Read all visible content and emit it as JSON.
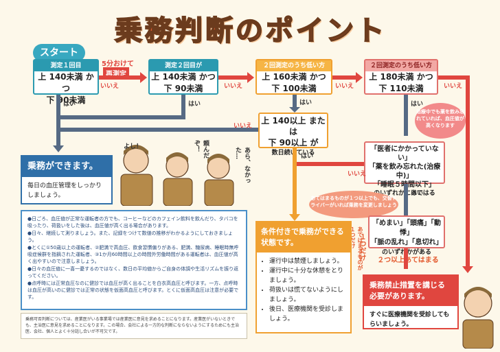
{
  "title": "乗務判断のポイント",
  "start_label": "スタート",
  "recheck": {
    "top": "5分おけて",
    "bottom": "再測定"
  },
  "box1": {
    "header": "測定１回目",
    "line1": "上 140未満 かつ",
    "line2": "下 90未満"
  },
  "box2": {
    "header": "測定２回目が",
    "line1": "上 140未満 かつ",
    "line2": "下 90未満"
  },
  "box3": {
    "header": "２回測定のうち低い方",
    "line1": "上 160未満 かつ",
    "line2": "下 100未満"
  },
  "box4": {
    "header": "２回測定のうち低い方",
    "line1": "上 180未満 かつ",
    "line2": "下 110未満"
  },
  "box5": {
    "line1": "上 140以上 または",
    "line2": "下 90以上 が",
    "line3": "数日続いている"
  },
  "check1": {
    "line1": "「医者にかかっていない」",
    "line2": "「薬を飲み忘れた(治療中)」",
    "line3": "「睡眠５時間以下」",
    "line4": "のいずれかにあてはる"
  },
  "check2": {
    "line1": "「めまい」「頭痛」「動悸」",
    "line2": "「脈の乱れ」「息切れ」",
    "line3": "のいずれかがある"
  },
  "labels": {
    "yes": "はい",
    "no": "いいえ",
    "two_or_more": "２つ以上あてはまる",
    "one_only": "１つだけ",
    "side_one": "あてはまるものが１つだけ"
  },
  "ok": {
    "header": "乗務ができます。",
    "text": "毎日の血圧管理をしっかりしましょう。"
  },
  "conditional": {
    "header": "条件付きで乗務ができる状態です。",
    "items": [
      "運行中は禁煙しましょう。",
      "運行中に十分な休憩をとりましょう。",
      "荷扱いは慌てないようにしましょう。",
      "後日、医療機関を受診しましょう。"
    ]
  },
  "stop": {
    "header": "乗務禁止措置を講じる必要があります。",
    "text": "すぐに医療機関を受診してもらいましょう。"
  },
  "bubbles": {
    "forgot_meds": "治療中でも薬を飲み忘れていれば、血圧値が高くなります",
    "one_item": "あてはまるものが１つ以上でも、交替ドライバーがいれば乗務を変更しましょう"
  },
  "speech": {
    "yoshi": "よし！",
    "tanomu": "頼んだぞ！",
    "ara": "あら、なかった…"
  },
  "notes": [
    "●日ごろ、血圧値が正常な運転者の方でも、コーヒーなどのカフェイン飲料を飲んだり、タバコを吸ったり、荷扱いをした後は、血圧値が高く出る場合があります。",
    "●日々、継続して測りましょう。また、記録をつけて数値の推移がわかるようにしておきましょう。",
    "●とくに①50歳以上の運転者、②肥満で高血圧、飲食習慣偏りがある、肥満、糖尿病、睡眠時無呼吸症候群を指摘された運転者、③1か月60時間以上の時間外労働時間がある運転者は、血圧値が高く出やすいので注意しましょう。",
    "●日々の血圧値に一喜一憂するのではなく、数日の平均値からご自身の体調や生活リズムを振り返ってください。",
    "●点呼時には正常血圧なのに健診では血圧が高く出ることを白衣高血圧と呼びます。一方、点呼時は血圧が高いのに健診では正常の状態を仮面高血圧と呼びます。とくに仮面高血圧は注意が必要です。"
  ],
  "fine_print": "乗務可否判断については、産業医がいる事業場では産業医に意見を求めることになります。産業医がいないときでも、主治医に意見を求めることになります。この場合、会社による一方的な判断にならないようにするためにも主治医、会社、個人とよく十分話し合いが不可欠です。",
  "colors": {
    "title": "#e35a2f",
    "teal": "#2b9ab0",
    "orange": "#f0a030",
    "red": "#e0463f",
    "blue": "#2f6fa8",
    "gray": "#566a84"
  }
}
